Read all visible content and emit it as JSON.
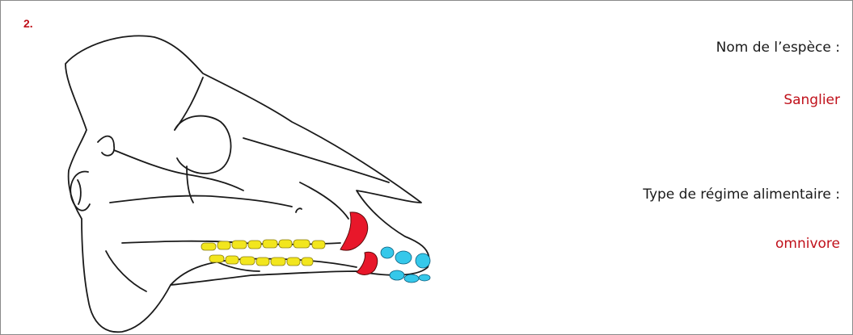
{
  "exercise": {
    "number": "2."
  },
  "species": {
    "label": "Nom de l’espèce :",
    "answer": "Sanglier"
  },
  "diet": {
    "label": "Type de régime alimentaire :",
    "answer": "omnivore"
  },
  "colors": {
    "frame": "#8a8a8a",
    "outline": "#1a1a1a",
    "answer": "#c0101a",
    "molars": "#f2e61e",
    "canines": "#e8172a",
    "incisors": "#35c8ea"
  },
  "legend_icons": [
    "skull-outline",
    "molar-teeth",
    "canine-teeth",
    "incisor-teeth"
  ]
}
